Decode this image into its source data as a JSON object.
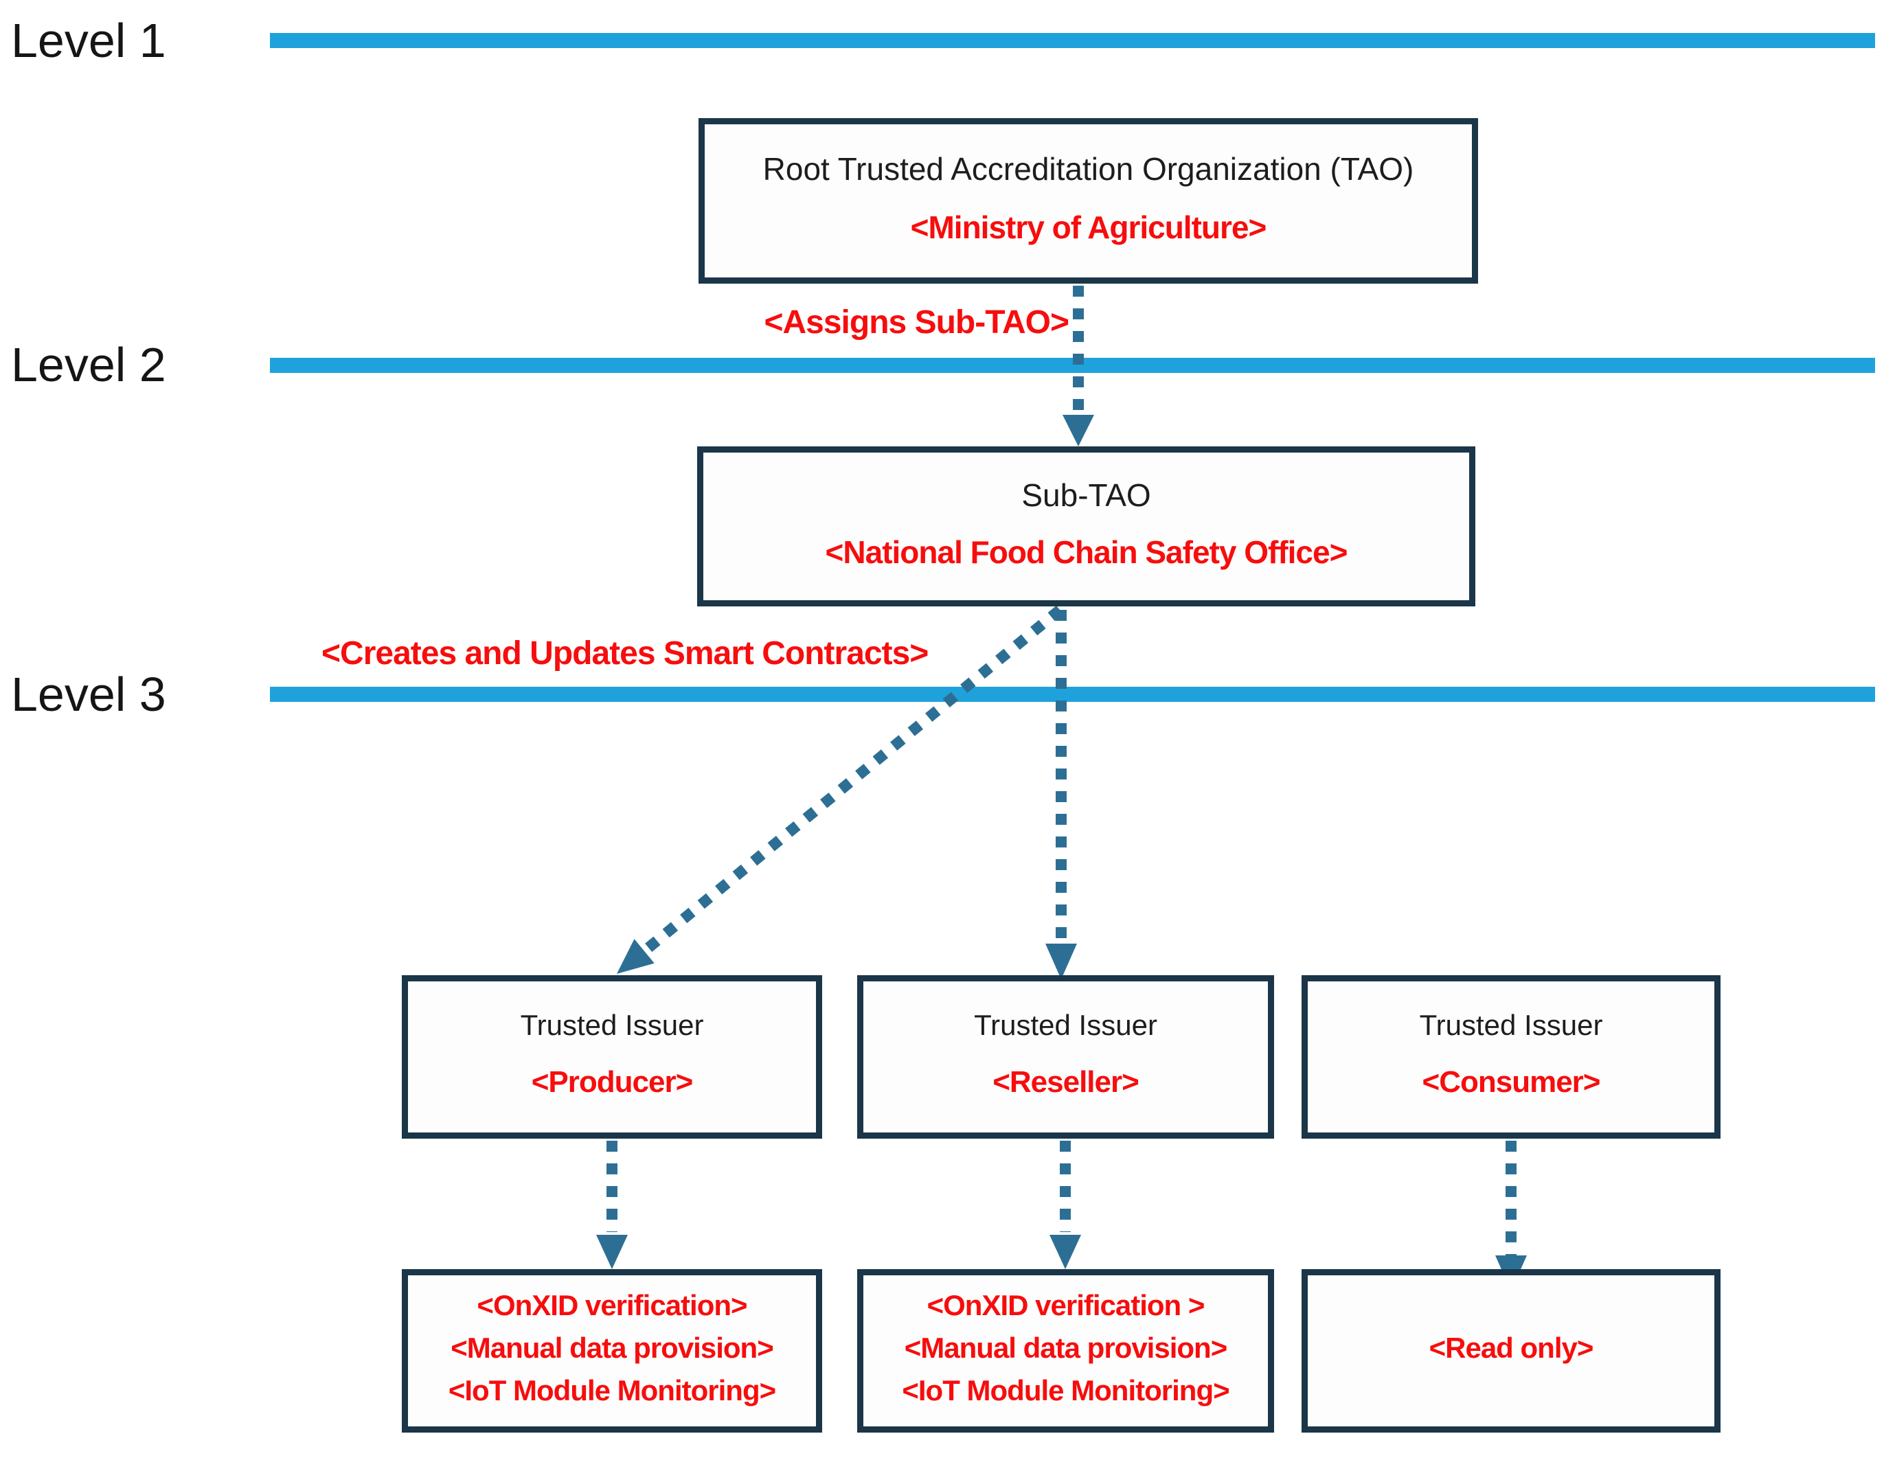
{
  "levels": [
    {
      "label": "Level 1"
    },
    {
      "label": "Level 2"
    },
    {
      "label": "Level 3"
    }
  ],
  "edges": {
    "assigns_label": "<Assigns Sub-TAO>",
    "creates_label": "<Creates and Updates Smart Contracts>"
  },
  "nodes": {
    "root": {
      "title": "Root Trusted Accreditation Organization (TAO)",
      "role": "<Ministry of Agriculture>"
    },
    "subtao": {
      "title": "Sub-TAO",
      "role": "<National Food Chain Safety Office>"
    },
    "issuers": [
      {
        "title": "Trusted Issuer",
        "role": "<Producer>"
      },
      {
        "title": "Trusted Issuer",
        "role": "<Reseller>"
      },
      {
        "title": "Trusted Issuer",
        "role": "<Consumer>"
      }
    ],
    "capabilities": [
      {
        "lines": [
          "<OnXID verification>",
          "<Manual data provision>",
          "<IoT Module Monitoring>"
        ]
      },
      {
        "lines": [
          "<OnXID verification >",
          "<Manual data provision>",
          "<IoT Module Monitoring>"
        ]
      },
      {
        "lines": [
          "<Read only>"
        ]
      }
    ]
  },
  "colors": {
    "level_bar": "#1fa2dc",
    "box_border": "#1a3648",
    "arrow": "#2d6f94",
    "accent_red": "#f70d0d",
    "text": "#1d1d1d"
  }
}
